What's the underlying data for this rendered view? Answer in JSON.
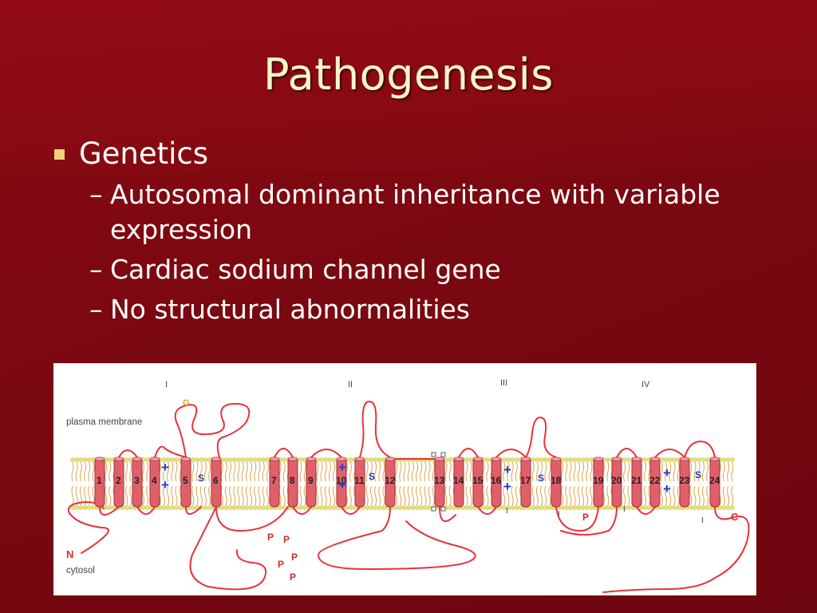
{
  "slide": {
    "title": "Pathogenesis",
    "bullet": "Genetics",
    "sub_bullets": [
      "Autosomal dominant inheritance with variable expression",
      "Cardiac sodium channel gene",
      "No structural abnormalities"
    ],
    "dash": "–"
  },
  "diagram": {
    "domains": [
      "I",
      "II",
      "III",
      "IV"
    ],
    "membrane_label": "plasma membrane",
    "cytosol_label": "cytosol",
    "n_terminus": "N",
    "c_terminus": "C",
    "g_label": "G",
    "segments": [
      "1",
      "2",
      "3",
      "4",
      "5",
      "6",
      "7",
      "8",
      "9",
      "10",
      "11",
      "12",
      "13",
      "14",
      "15",
      "16",
      "17",
      "18",
      "19",
      "20",
      "21",
      "22",
      "23",
      "24"
    ],
    "voltage_sensor_mark": "+",
    "selectivity_mark": "S",
    "inactivation_mark": "I",
    "phospho_mark": "P",
    "colors": {
      "helix": "#e0606a",
      "loop": "#e8323c",
      "lipid_head": "#e7e27a",
      "lipid_tail": "#e0a24a",
      "label_red": "#d42a2a",
      "label_blue": "#1a3fd0"
    }
  }
}
